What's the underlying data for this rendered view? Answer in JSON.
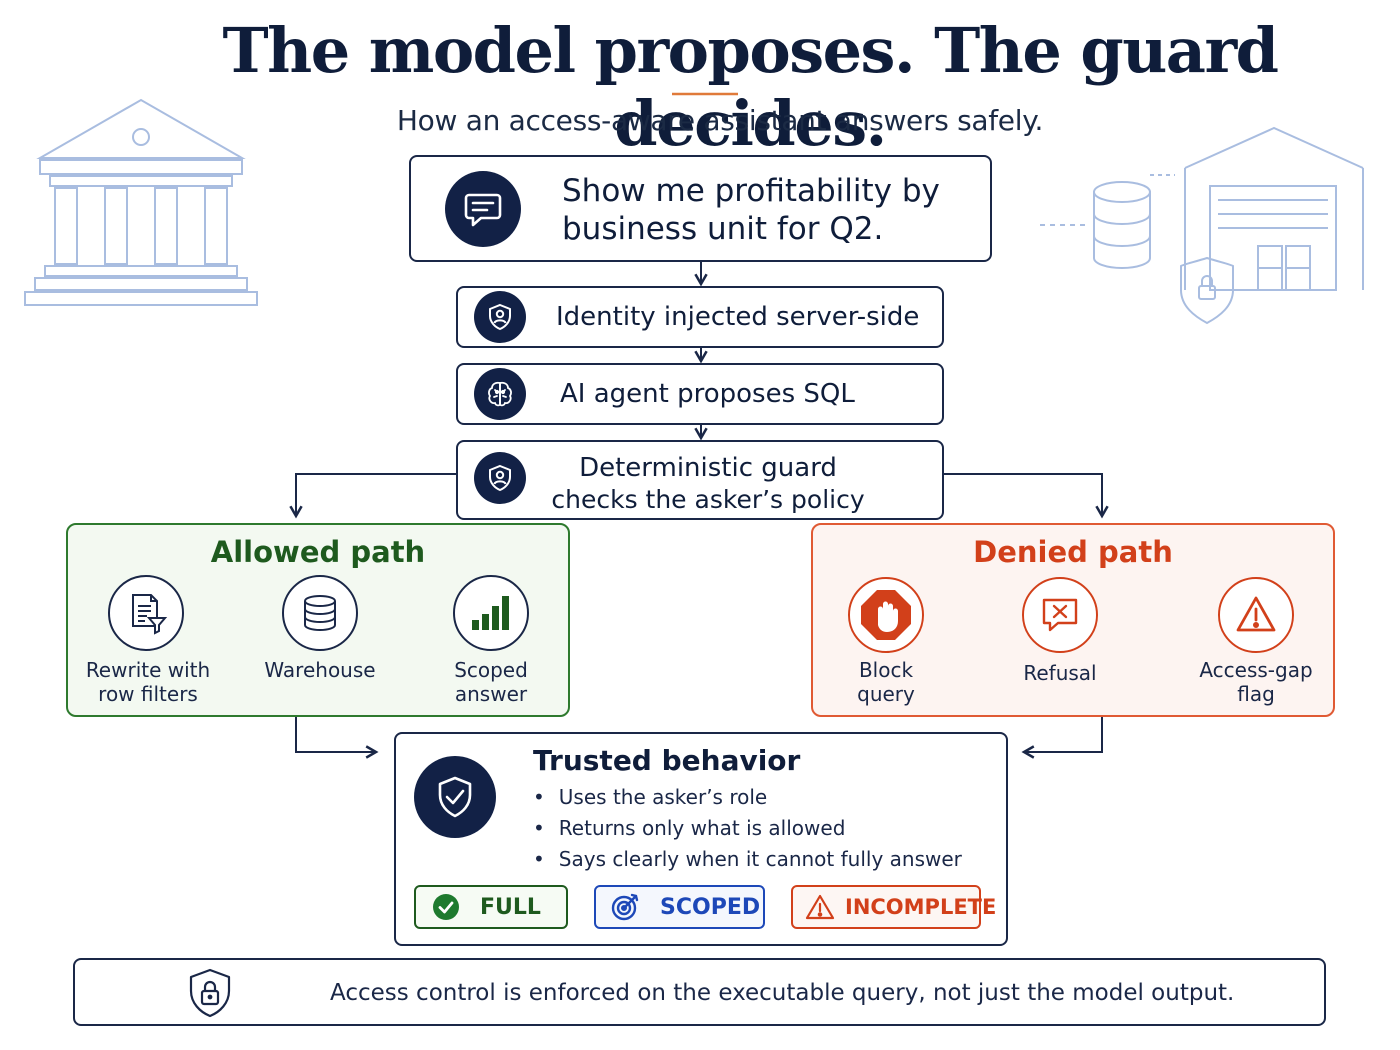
{
  "header": {
    "title": "The model proposes. The guard decides.",
    "subtitle": "How an access-aware assistant answers safely."
  },
  "question": {
    "text_line1": "Show me profitability by",
    "text_line2": "business unit for Q2."
  },
  "steps": [
    {
      "label": "Identity injected server-side",
      "icon": "user-shield-icon"
    },
    {
      "label": "AI agent proposes SQL",
      "icon": "brain-icon"
    },
    {
      "label_line1": "Deterministic guard",
      "label_line2": "checks the asker’s policy",
      "icon": "user-shield-icon"
    }
  ],
  "allowed": {
    "title": "Allowed path",
    "color": "#1e5a1e",
    "nodes": [
      {
        "label_line1": "Rewrite with",
        "label_line2": "row filters",
        "icon": "document-filter-icon"
      },
      {
        "label_line1": "Warehouse",
        "label_line2": "",
        "icon": "database-icon"
      },
      {
        "label_line1": "Scoped",
        "label_line2": "answer",
        "icon": "bar-chart-icon"
      }
    ]
  },
  "denied": {
    "title": "Denied path",
    "color": "#d2401a",
    "nodes": [
      {
        "label_line1": "Block",
        "label_line2": "query",
        "icon": "stop-hand-icon"
      },
      {
        "label_line1": "Refusal",
        "label_line2": "",
        "icon": "message-x-icon"
      },
      {
        "label_line1": "Access-gap",
        "label_line2": "flag",
        "icon": "warning-icon"
      }
    ]
  },
  "trusted": {
    "title": "Trusted behavior",
    "bullets": [
      "Uses the asker’s role",
      "Returns only what is allowed",
      "Says clearly when it cannot fully answer"
    ],
    "badges": [
      {
        "label": "FULL",
        "color": "#1e5a1e",
        "icon": "check-circle-icon"
      },
      {
        "label": "SCOPED",
        "color": "#1d48b8",
        "icon": "target-icon"
      },
      {
        "label": "INCOMPLETE",
        "color": "#d2401a",
        "icon": "warning-icon"
      }
    ]
  },
  "footer": {
    "text": "Access control is enforced on the executable query, not just the model output.",
    "icon": "lock-shield-icon"
  },
  "colors": {
    "navy": "#122146",
    "accent_orange": "#e07a3a",
    "decor_blue": "#a9bde0"
  }
}
